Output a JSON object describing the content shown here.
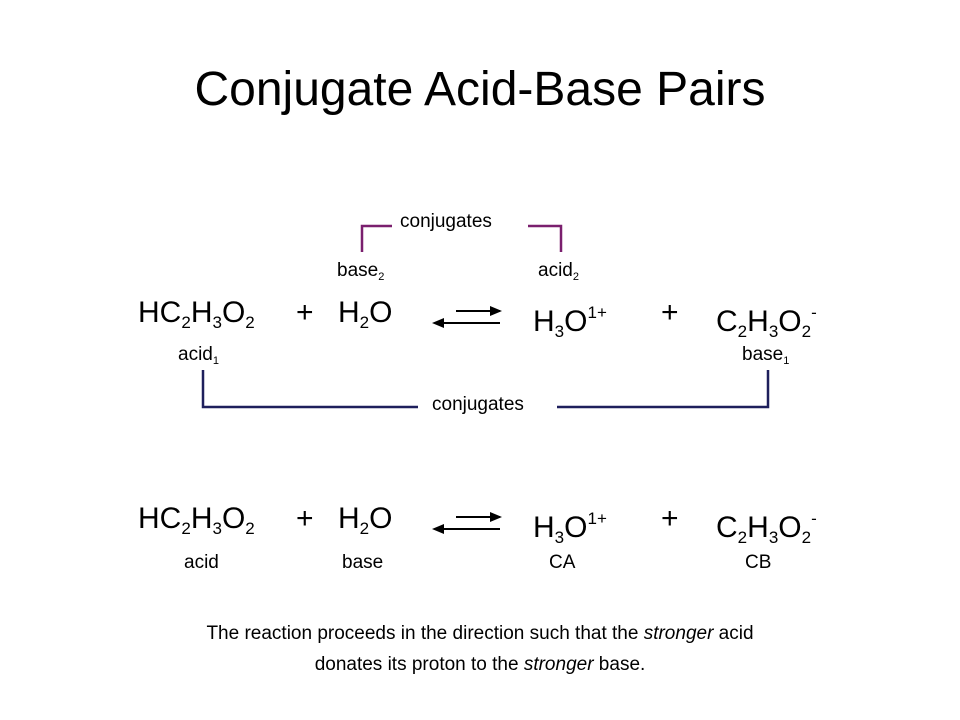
{
  "title": "Conjugate Acid-Base Pairs",
  "colors": {
    "top_bracket": "#7a1f6e",
    "bottom_bracket": "#1e1f5c",
    "arrow": "#000000"
  },
  "equation1": {
    "reactant1": {
      "base": "HC",
      "s1": "2",
      "mid": "H",
      "s2": "3",
      "mid2": "O",
      "s3": "2"
    },
    "plus1": "+",
    "reactant2": {
      "base": "H",
      "s1": "2",
      "mid": "O"
    },
    "product1": {
      "base": "H",
      "s1": "3",
      "mid": "O",
      "charge": "1+"
    },
    "plus2": "+",
    "product2": {
      "base": "C",
      "s1": "2",
      "mid": "H",
      "s2": "3",
      "mid2": "O",
      "s3": "2",
      "charge": "-"
    },
    "label_acid1": {
      "text": "acid",
      "sub": "1"
    },
    "label_base2": {
      "text": "base",
      "sub": "2"
    },
    "label_acid2": {
      "text": "acid",
      "sub": "2"
    },
    "label_base1": {
      "text": "base",
      "sub": "1"
    },
    "conjugates_top": "conjugates",
    "conjugates_bottom": "conjugates"
  },
  "equation2": {
    "reactant1": {
      "base": "HC",
      "s1": "2",
      "mid": "H",
      "s2": "3",
      "mid2": "O",
      "s3": "2"
    },
    "plus1": "+",
    "reactant2": {
      "base": "H",
      "s1": "2",
      "mid": "O"
    },
    "product1": {
      "base": "H",
      "s1": "3",
      "mid": "O",
      "charge": "1+"
    },
    "plus2": "+",
    "product2": {
      "base": "C",
      "s1": "2",
      "mid": "H",
      "s2": "3",
      "mid2": "O",
      "s3": "2",
      "charge": "-"
    },
    "label_acid": "acid",
    "label_base": "base",
    "label_ca": "CA",
    "label_cb": "CB"
  },
  "note": {
    "part1": "The reaction proceeds in the direction such that the ",
    "em1": "stronger",
    "part2": " acid",
    "part3": "donates its proton to the ",
    "em2": "stronger",
    "part4": " base."
  }
}
